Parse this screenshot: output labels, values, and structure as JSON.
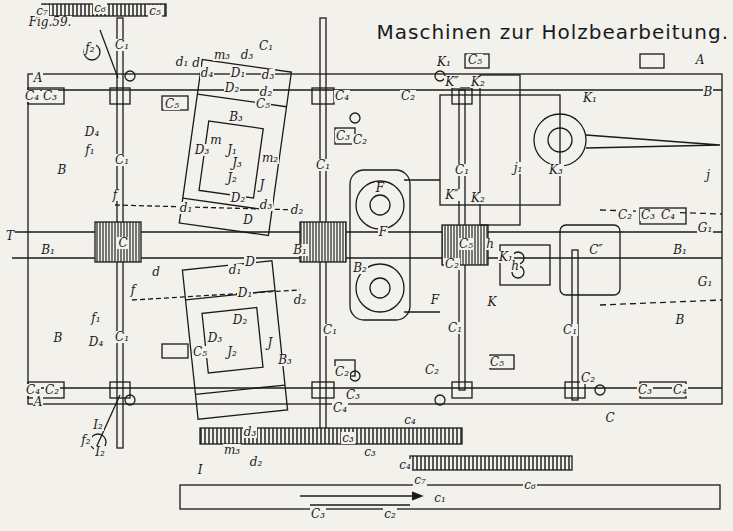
{
  "diagram": {
    "title": "Maschinen zur Holzbearbeitung.",
    "labels": [
      "Fig.59.",
      "c₇",
      "c₆",
      "c₅",
      "f₂",
      "C₁",
      "d₁",
      "d",
      "m₃",
      "d₃",
      "C₁",
      "d₄",
      "D₁",
      "d₃",
      "A",
      "C₄",
      "C₃",
      "D₂",
      "d₂",
      "C₅",
      "C₅",
      "B₃",
      "C₄",
      "C₂",
      "C₂",
      "C₃",
      "K₁",
      "C₅",
      "A",
      "K″",
      "K₂",
      "B",
      "K₁",
      "j₁",
      "j",
      "K″",
      "K₂",
      "K₃",
      "C₂",
      "C₃",
      "C₄",
      "G₁",
      "B",
      "D₄",
      "f₁",
      "C₁",
      "f",
      "D₃",
      "m",
      "J₁",
      "J₃",
      "m₂",
      "J₂",
      "J",
      "D₂",
      "d₃",
      "d₂",
      "d₁",
      "D",
      "C₁",
      "C₁",
      "T",
      "C",
      "B₁",
      "B₁",
      "F",
      "F",
      "B₂",
      "C₂",
      "C₅",
      "h",
      "K₁",
      "h",
      "C″",
      "B₁",
      "G₁",
      "K",
      "F",
      "d",
      "d₁",
      "D",
      "d₂",
      "f",
      "D₁",
      "f₁",
      "B",
      "D₄",
      "C₁",
      "D₂",
      "D₃",
      "J₂",
      "J",
      "B₃",
      "C₅",
      "C₁",
      "C₁",
      "C₁",
      "B",
      "C₄",
      "C₂",
      "A",
      "C₂",
      "C₃",
      "C₄",
      "C₂",
      "C₅",
      "C₂",
      "C₃",
      "C₄",
      "C",
      "I₂",
      "I₂",
      "f₂",
      "I",
      "m₃",
      "d₃",
      "d₂",
      "c₃",
      "c₄",
      "c₃",
      "c₄",
      "c₇",
      "c₆",
      "c₁",
      "C₃",
      "c₂"
    ]
  }
}
